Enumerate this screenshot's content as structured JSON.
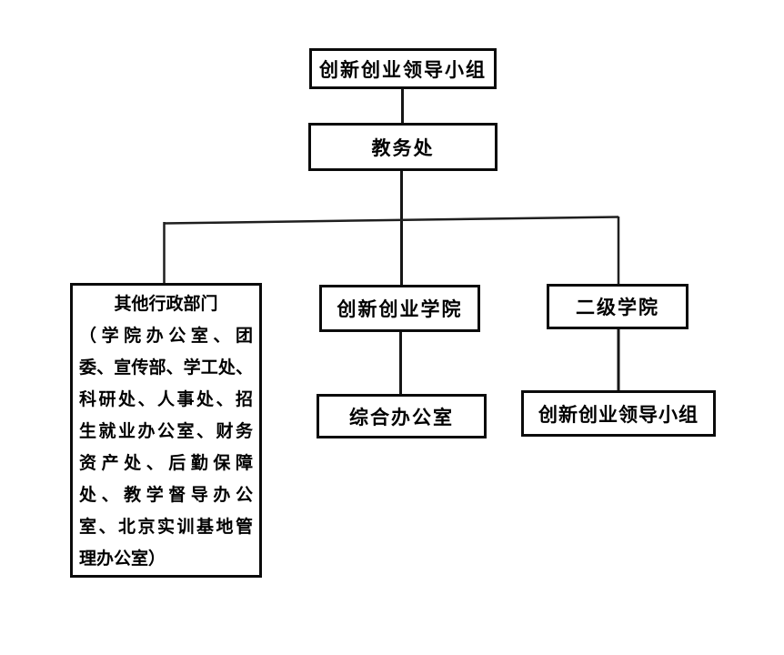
{
  "diagram": {
    "type": "org-chart",
    "background": "#ffffff",
    "colors": {
      "box_border": "#000000",
      "connector_line": "#1a1a1a",
      "text": "#000000"
    },
    "nodes": {
      "leading_group_top": {
        "label": "创新创业领导小组"
      },
      "academic_affairs": {
        "label": "教务处"
      },
      "other_admin": {
        "lines": [
          "其他行政部门",
          "（学院办公室、团",
          "委、宣传部、学工处、",
          "科研处、人事处、招",
          "生就业办公室、财务",
          "资产处、后勤保障",
          "处、教学督导办公",
          "室、北京实训基地管",
          "理办公室）"
        ]
      },
      "innovation_college": {
        "label": "创新创业学院"
      },
      "general_office": {
        "label": "综合办公室"
      },
      "secondary_colleges": {
        "label": "二级学院"
      },
      "leading_group_secondary": {
        "label": "创新创业领导小组"
      }
    },
    "edges": [
      {
        "from": "leading_group_top",
        "to": "academic_affairs"
      },
      {
        "from": "academic_affairs",
        "to": "other_admin"
      },
      {
        "from": "academic_affairs",
        "to": "innovation_college"
      },
      {
        "from": "academic_affairs",
        "to": "secondary_colleges"
      },
      {
        "from": "innovation_college",
        "to": "general_office"
      },
      {
        "from": "secondary_colleges",
        "to": "leading_group_secondary"
      }
    ]
  }
}
